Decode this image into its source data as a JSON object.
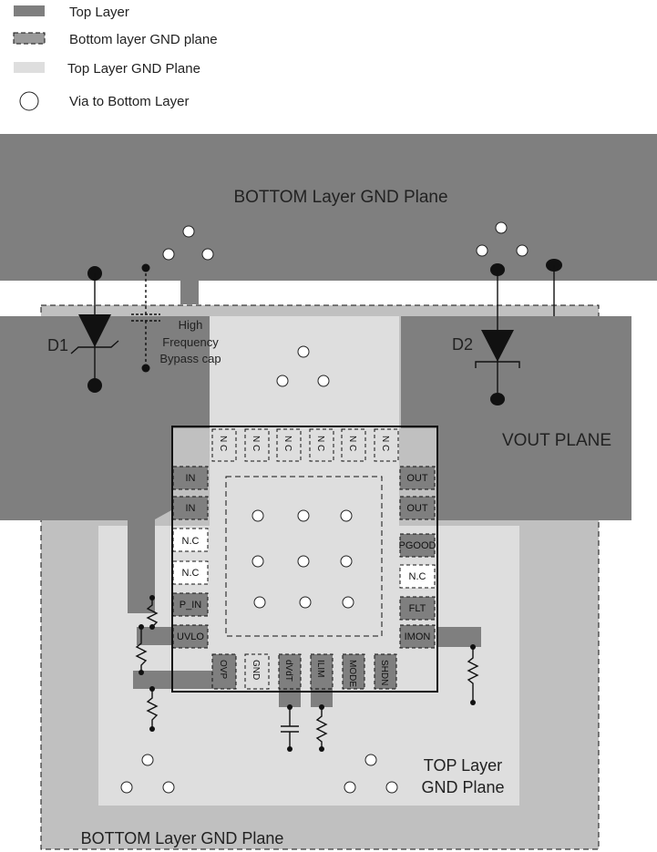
{
  "legend": {
    "top_layer": "Top Layer",
    "bottom_gnd": "Bottom layer GND plane",
    "top_gnd": "Top Layer GND Plane",
    "via": "Via to Bottom Layer"
  },
  "labels": {
    "bottom_plane_top": "BOTTOM Layer GND Plane",
    "bottom_plane_bottom": "BOTTOM Layer GND Plane",
    "vout_plane": "VOUT PLANE",
    "top_gnd_line1": "TOP Layer",
    "top_gnd_line2": "GND Plane",
    "d1": "D1",
    "d2": "D2",
    "cap_line1": "High",
    "cap_line2": "Frequency",
    "cap_line3": "Bypass cap"
  },
  "pins": {
    "top": [
      "N C",
      "N C",
      "N C",
      "N C",
      "N C",
      "N C"
    ],
    "left": [
      "IN",
      "IN",
      "N.C",
      "N.C",
      "P_IN",
      "UVLO"
    ],
    "right": [
      "OUT",
      "OUT",
      "PGOOD",
      "N.C",
      "FLT",
      "IMON"
    ],
    "bottom": [
      "OVP",
      "GND",
      "dVdT",
      "ILIM",
      "MODE",
      "SHDN"
    ]
  },
  "colors": {
    "top_layer": "#7f7f7f",
    "bottom_gnd": "#c0c0c0",
    "top_gnd": "#dedede",
    "outline": "#111111"
  }
}
